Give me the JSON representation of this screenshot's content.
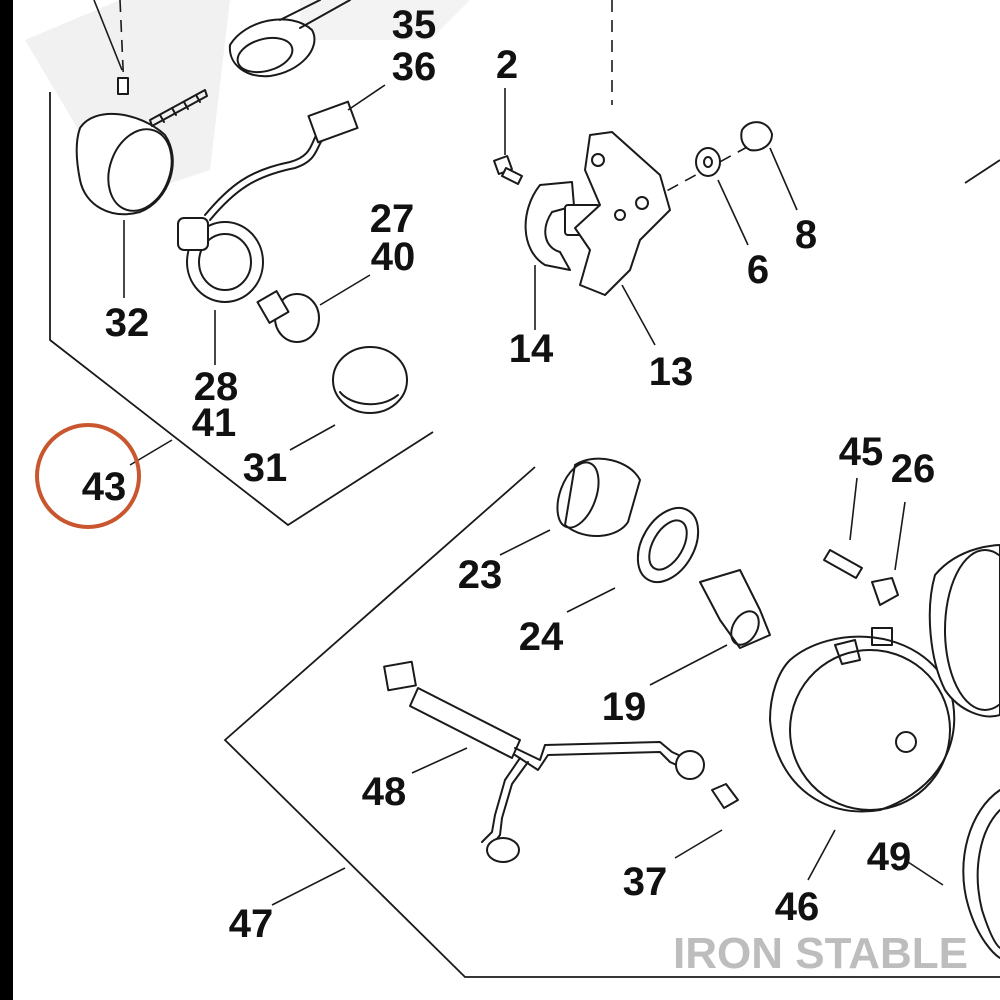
{
  "diagram": {
    "highlight_color": "#c8572f",
    "watermark": "IRON STABLE",
    "callouts": {
      "c35": "35",
      "c36": "36",
      "c2": "2",
      "c8": "8",
      "c6": "6",
      "c27": "27",
      "c40": "40",
      "c32": "32",
      "c14": "14",
      "c13": "13",
      "c28": "28",
      "c41": "41",
      "c43": "43",
      "c31": "31",
      "c45": "45",
      "c26": "26",
      "c23": "23",
      "c24": "24",
      "c19": "19",
      "c48": "48",
      "c37": "37",
      "c49": "49",
      "c46": "46",
      "c47": "47"
    }
  }
}
